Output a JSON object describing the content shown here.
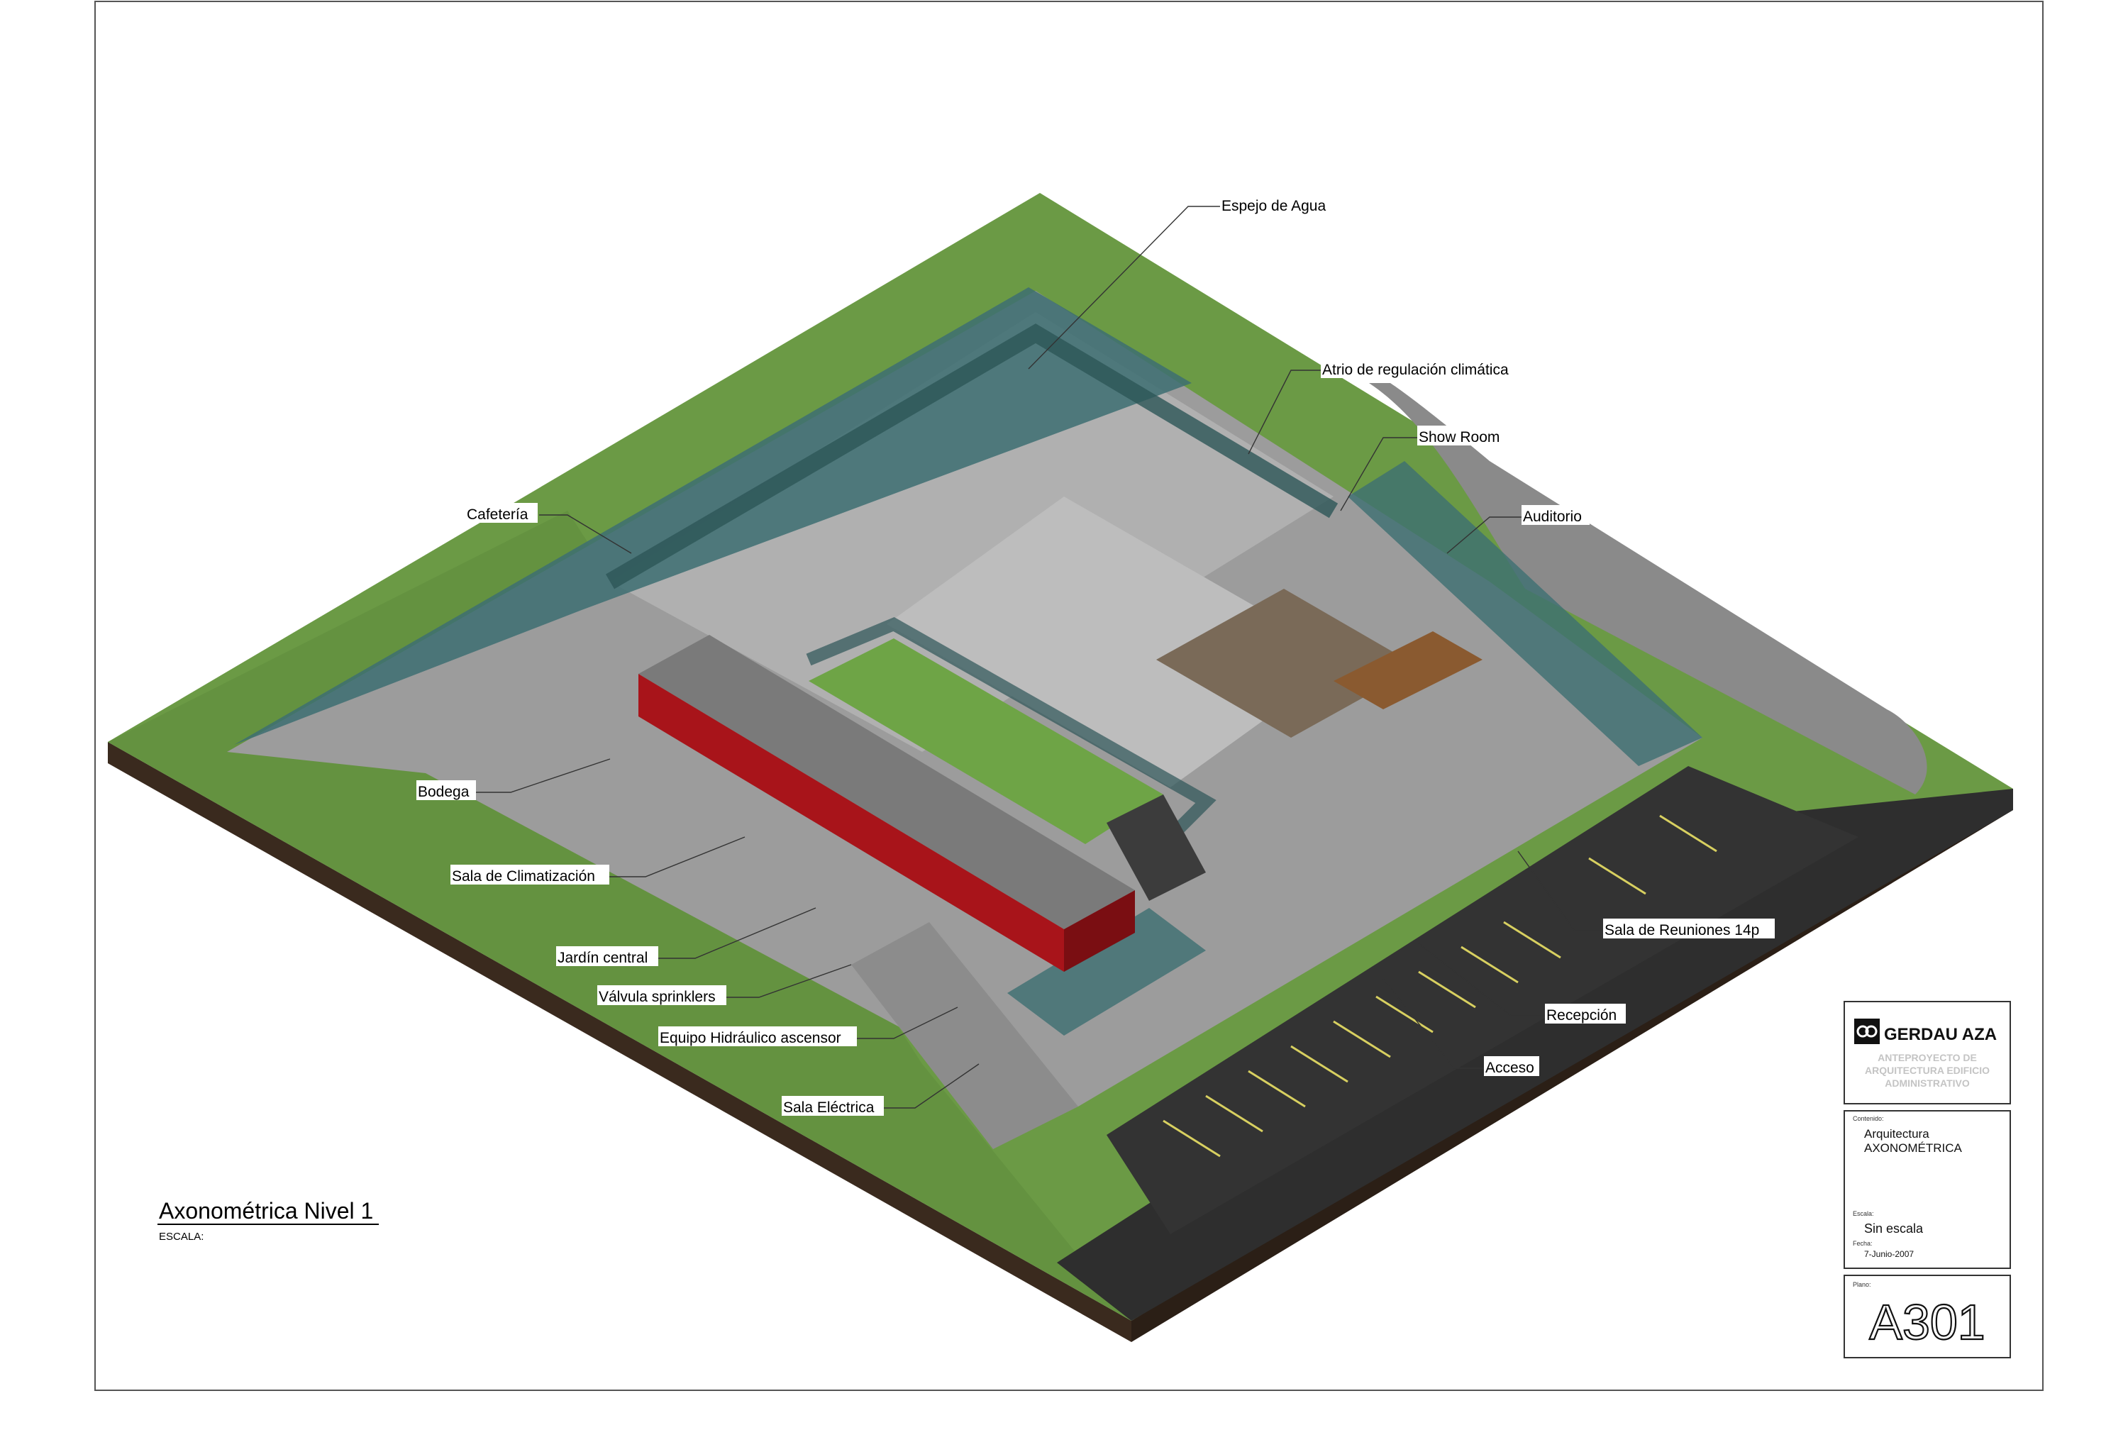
{
  "drawing": {
    "title": "Axonométrica Nivel 1",
    "scale_label": "ESCALA:"
  },
  "labels": {
    "espejo_agua": "Espejo de Agua",
    "atrio": "Atrio de regulación climática",
    "show_room": "Show Room",
    "auditorio": "Auditorio",
    "cafeteria": "Cafetería",
    "bodega": "Bodega",
    "sala_climatizacion": "Sala de Climatización",
    "jardin_central": "Jardín central",
    "valvula_sprinklers": "Válvula sprinklers",
    "equipo_hidraulico": "Equipo Hidráulico ascensor",
    "sala_electrica": "Sala Eléctrica",
    "sala_reuniones": "Sala de Reuniones 14p",
    "recepcion": "Recepción",
    "acceso": "Acceso"
  },
  "title_block": {
    "company": "GERDAU AZA",
    "project_line1": "ANTEPROYECTO DE",
    "project_line2": "ARQUITECTURA EDIFICIO",
    "project_line3": "ADMINISTRATIVO",
    "contenido_label": "Contenido:",
    "contenido_line1": "Arquitectura",
    "contenido_line2": "AXONOMÉTRICA",
    "escala_label": "Escala:",
    "escala_value": "Sin escala",
    "fecha_label": "Fecha:",
    "fecha_value": "7-Junio-2007",
    "plano_label": "Plano:",
    "sheet_number": "A301"
  },
  "colors": {
    "grass": "#6b9a45",
    "grass_dark": "#4f7a32",
    "earth": "#3a2a1e",
    "floor": "#9c9c9c",
    "floor_light": "#b8b8b8",
    "glass": "#3d6f72",
    "red_block": "#a8141a",
    "asphalt": "#2e2e2e",
    "parking_line": "#d8d060"
  }
}
